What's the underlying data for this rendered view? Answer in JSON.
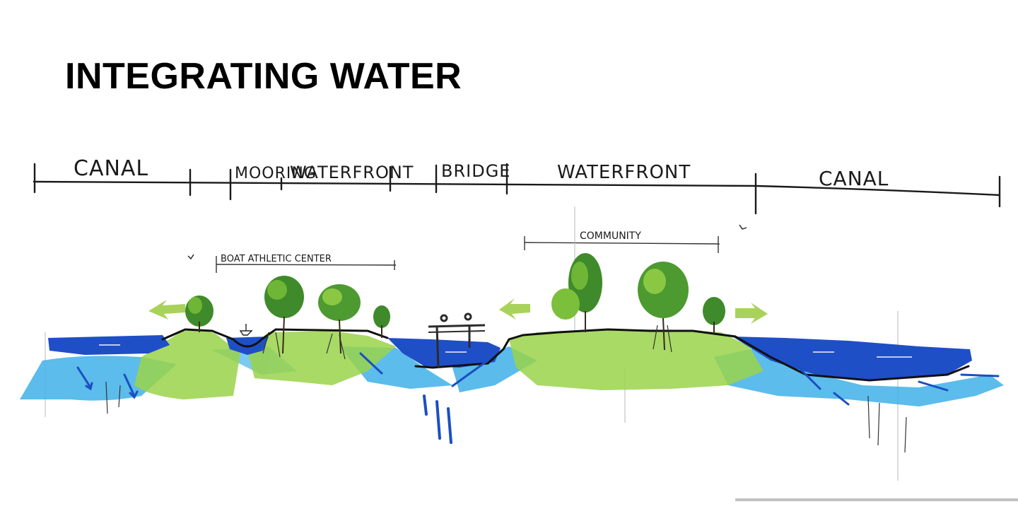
{
  "title": "INTEGRATING WATER",
  "zones": {
    "canal_left": "CANAL",
    "mooring": "MOORING",
    "waterfront_left": "WATERFRONT",
    "bridge": "BRIDGE",
    "waterfront_right": "WATERFRONT",
    "canal_right": "CANAL"
  },
  "annotations": {
    "boat_center": "BOAT ATHLETIC CENTER",
    "community": "COMMUNITY"
  },
  "colors": {
    "deep_water": "#1f4fc6",
    "light_water": "#3fb0e8",
    "grass": "#9ad34a",
    "tree": "#3f8a2a",
    "ink": "#1a1a1a",
    "arrow_green": "#a8d25a"
  },
  "icons": [
    "bird-icon",
    "tree-icon",
    "flow-arrow-icon",
    "boat-icon"
  ]
}
